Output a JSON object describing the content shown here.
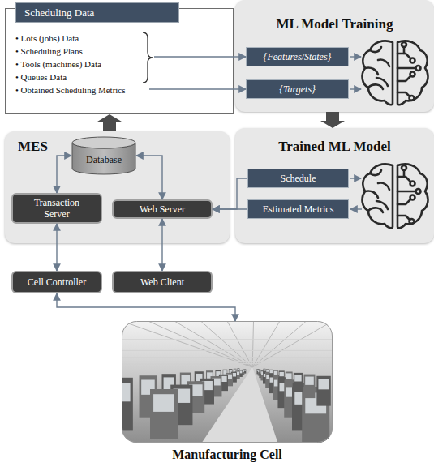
{
  "diagram": {
    "nodes": [
      {
        "text": [
          "Scheduling Data",
          "• Lots (jobs) Data",
          "• Scheduling Plans",
          "• Tools (machines) Data",
          "• Queues Data",
          "• Obtained Scheduling Metrics"
        ]
      },
      {
        "text": [
          "ML Model Training"
        ]
      },
      {
        "text": [
          "{Features/States}"
        ],
        "in": 1
      },
      {
        "text": [
          "{Targets}"
        ],
        "in": 1
      },
      {
        "text": [
          "MES"
        ]
      },
      {
        "text": [
          "Database"
        ],
        "in": 4
      },
      {
        "text": [
          "Transaction Server"
        ],
        "in": 4
      },
      {
        "text": [
          "Web Server"
        ],
        "in": 4
      },
      {
        "text": [
          "Trained ML Model"
        ]
      },
      {
        "text": [
          "Schedule"
        ],
        "in": 8
      },
      {
        "text": [
          "Estimated Metrics"
        ],
        "in": 8
      },
      {
        "text": [
          "Cell Controller"
        ]
      },
      {
        "text": [
          "Web Client"
        ]
      },
      {
        "text": [
          "Manufacturing Cell"
        ]
      }
    ],
    "edges": [
      {
        "from": 0,
        "to": 2,
        "arrow": "to"
      },
      {
        "from": 0,
        "to": 3,
        "arrow": "to"
      },
      {
        "from": 1,
        "to": 8,
        "arrow": "to"
      },
      {
        "from": 4,
        "to": 0,
        "arrow": "to"
      },
      {
        "from": 5,
        "to": 6,
        "arrow": "both"
      },
      {
        "from": 5,
        "to": 7,
        "arrow": "both"
      },
      {
        "from": 9,
        "to": 7,
        "arrow": "to"
      },
      {
        "from": 10,
        "to": 7,
        "arrow": "to"
      },
      {
        "from": 6,
        "to": 11,
        "arrow": "both"
      },
      {
        "from": 7,
        "to": 12,
        "arrow": "both"
      },
      {
        "from": 11,
        "to": 13,
        "arrow": "both"
      }
    ]
  }
}
